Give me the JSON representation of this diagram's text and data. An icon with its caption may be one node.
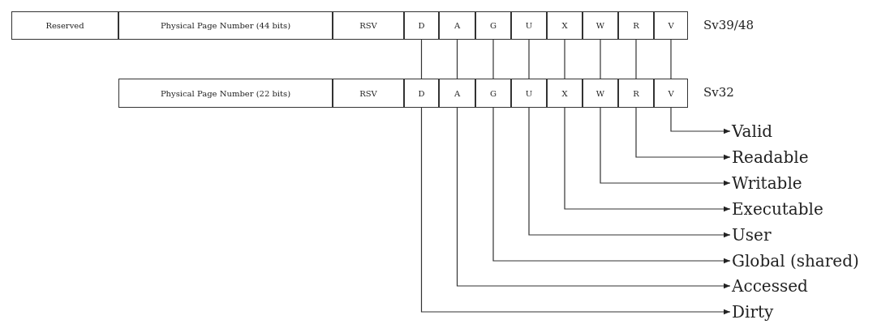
{
  "diagram": {
    "nodes": [
      {
        "text": [
          "Reserved"
        ]
      },
      {
        "text": [
          "Physical Page Number (44 bits)"
        ]
      },
      {
        "text": [
          "RSV"
        ]
      },
      {
        "text": [
          "D"
        ]
      },
      {
        "text": [
          "A"
        ]
      },
      {
        "text": [
          "G"
        ]
      },
      {
        "text": [
          "U"
        ]
      },
      {
        "text": [
          "X"
        ]
      },
      {
        "text": [
          "W"
        ]
      },
      {
        "text": [
          "R"
        ]
      },
      {
        "text": [
          "V"
        ]
      },
      {
        "text": [
          "Physical Page Number (22 bits)"
        ]
      },
      {
        "text": [
          "RSV"
        ]
      },
      {
        "text": [
          "D"
        ]
      },
      {
        "text": [
          "A"
        ]
      },
      {
        "text": [
          "G"
        ]
      },
      {
        "text": [
          "U"
        ]
      },
      {
        "text": [
          "X"
        ]
      },
      {
        "text": [
          "W"
        ]
      },
      {
        "text": [
          "R"
        ]
      },
      {
        "text": [
          "V"
        ]
      },
      {
        "text": [
          "Valid"
        ]
      },
      {
        "text": [
          "Readable"
        ]
      },
      {
        "text": [
          "Writable"
        ]
      },
      {
        "text": [
          "Executable"
        ]
      },
      {
        "text": [
          "User"
        ]
      },
      {
        "text": [
          "Global (shared)"
        ]
      },
      {
        "text": [
          "Accessed"
        ]
      },
      {
        "text": [
          "Dirty"
        ]
      }
    ],
    "edges": [
      {
        "from": 3,
        "to": 13,
        "arrow": "none"
      },
      {
        "from": 4,
        "to": 14,
        "arrow": "none"
      },
      {
        "from": 5,
        "to": 15,
        "arrow": "none"
      },
      {
        "from": 6,
        "to": 16,
        "arrow": "none"
      },
      {
        "from": 7,
        "to": 17,
        "arrow": "none"
      },
      {
        "from": 8,
        "to": 18,
        "arrow": "none"
      },
      {
        "from": 9,
        "to": 19,
        "arrow": "none"
      },
      {
        "from": 10,
        "to": 20,
        "arrow": "none"
      },
      {
        "from": 20,
        "to": 21,
        "arrow": "to"
      },
      {
        "from": 19,
        "to": 22,
        "arrow": "to"
      },
      {
        "from": 18,
        "to": 23,
        "arrow": "to"
      },
      {
        "from": 17,
        "to": 24,
        "arrow": "to"
      },
      {
        "from": 16,
        "to": 25,
        "arrow": "to"
      },
      {
        "from": 15,
        "to": 26,
        "arrow": "to"
      },
      {
        "from": 14,
        "to": 27,
        "arrow": "to"
      },
      {
        "from": 13,
        "to": 28,
        "arrow": "to"
      }
    ],
    "labels": [
      "Sv39/48",
      "Sv32"
    ]
  }
}
